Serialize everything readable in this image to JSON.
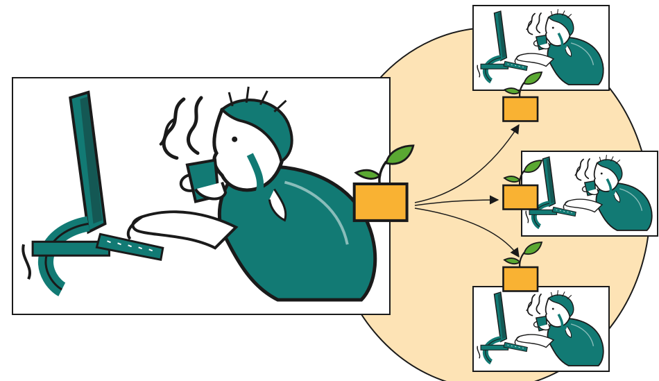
{
  "diagram": {
    "description_free": true,
    "colors": {
      "background_disc": "#fde3b5",
      "pot": "#f9b233",
      "leaf": "#5aa832",
      "teal": "#127a74",
      "ink": "#1a1a1a"
    },
    "nodes": [
      {
        "id": "main-frame",
        "kind": "cartoon-illustration",
        "figure": "person-at-computer-with-coffee"
      },
      {
        "id": "main-seedling",
        "kind": "potted-seedling-icon"
      },
      {
        "id": "child-frame-1",
        "kind": "cartoon-illustration",
        "figure": "person-at-computer-with-coffee"
      },
      {
        "id": "child-seedling-1",
        "kind": "potted-seedling-icon"
      },
      {
        "id": "child-frame-2",
        "kind": "cartoon-illustration",
        "figure": "person-at-computer-with-coffee"
      },
      {
        "id": "child-seedling-2",
        "kind": "potted-seedling-icon"
      },
      {
        "id": "child-frame-3",
        "kind": "cartoon-illustration",
        "figure": "person-at-computer-with-coffee"
      },
      {
        "id": "child-seedling-3",
        "kind": "potted-seedling-icon"
      }
    ],
    "edges": [
      {
        "from": "main-seedling",
        "to": "child-seedling-1"
      },
      {
        "from": "main-seedling",
        "to": "child-seedling-2"
      },
      {
        "from": "main-seedling",
        "to": "child-seedling-3"
      }
    ]
  }
}
